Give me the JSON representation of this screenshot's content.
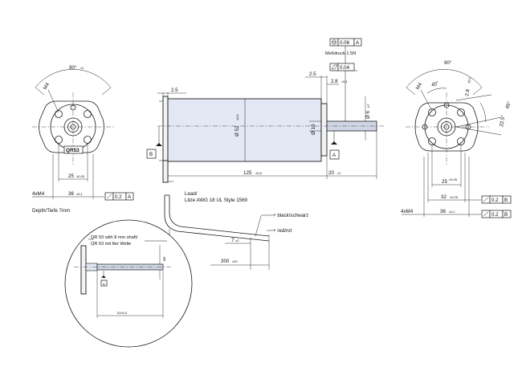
{
  "views": {
    "left": {
      "angle": "90°",
      "angle_tol": "±1",
      "thread": "M4",
      "label_qr": "QR53",
      "dim_25": "25",
      "dim_25_tol": "±0,05",
      "dim_36": "36",
      "dim_36_tol": "±0,1",
      "thread_count": "4xM4",
      "depth": "Depth/Tiefe 7mm",
      "tol_value": "0.2",
      "tol_ref": "A"
    },
    "side": {
      "dim_2_5_top": "2.5",
      "dim_2_5_right": "2.5",
      "dim_2_8": "2.8",
      "dim_2_8_tol": "±0,1",
      "dia_52": "Ø 52",
      "dia_52_tol": "±0,5",
      "dia_10": "Ø 10",
      "dia_6": "Ø 6",
      "dia_6_tol": "h7",
      "dim_125": "125",
      "dim_125_tol": "±0,8",
      "dim_20": "20",
      "dim_20_tol": "±1",
      "datum_a": "A",
      "datum_b": "B",
      "frame_006": "0.06",
      "frame_006_ref": "A",
      "messdruck": "Meßdruck 1.5N",
      "frame_004": "0.04"
    },
    "leads": {
      "lead_title": "Lead/",
      "lead_spec": "Litze AWG 18 UL Style 1569",
      "black": "+ black/schwarz",
      "red": "+ red/rot",
      "dim_7": "7",
      "dim_7_tol": "±2",
      "dim_300": "300",
      "dim_300_tol": "±20"
    },
    "right": {
      "angle": "90°",
      "angle_45a": "45°",
      "angle_45b": "45°",
      "angle_22": "22.5°",
      "thread": "M4",
      "dim_28": "2.8",
      "dim_28_tol": "±0,1",
      "dim_25": "25",
      "dim_25_tol": "±0,05",
      "dim_32": "32",
      "dim_32_tol": "±0,05",
      "dim_36": "36",
      "dim_36_tol": "±0,1",
      "thread_count": "4xM4",
      "frame1_value": "0.2",
      "frame1_ref": "B",
      "frame2_value": "0.2",
      "frame2_ref": "B"
    },
    "detail": {
      "note_en": "QR 53 with 8 mm shaft/",
      "note_de": "QR 53 mit 8er Welle",
      "dia_8": "Ø8",
      "datum": "A",
      "dim_bottom": "52±0,5"
    }
  }
}
